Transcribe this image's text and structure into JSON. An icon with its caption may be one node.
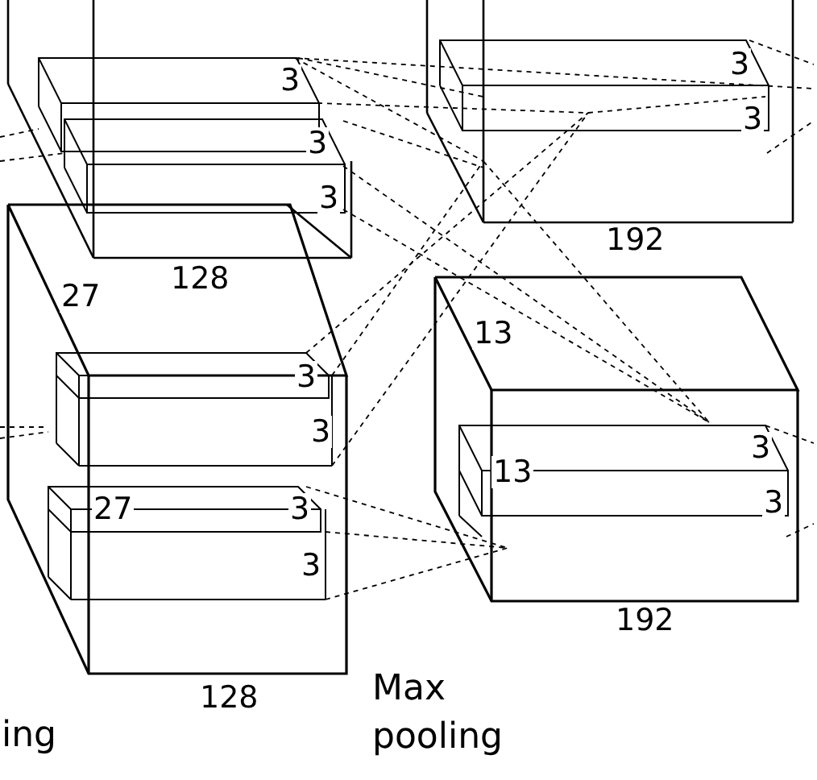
{
  "diagram": {
    "labels": [
      "3",
      "3",
      "3",
      "3",
      "3",
      "192",
      "128",
      "27",
      "13",
      "3",
      "3",
      "3",
      "13",
      "3",
      "27",
      "3",
      "3",
      "192",
      "Max pooling",
      "128",
      "ing"
    ]
  }
}
